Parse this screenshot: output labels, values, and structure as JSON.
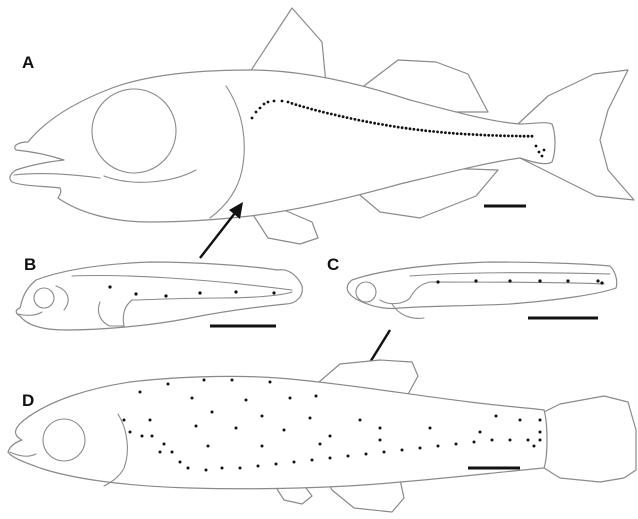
{
  "panels": [
    {
      "id": "A",
      "label": "A"
    },
    {
      "id": "B",
      "label": "B"
    },
    {
      "id": "C",
      "label": "C"
    },
    {
      "id": "D",
      "label": "D"
    }
  ],
  "colors": {
    "outline": "#8a8a8a",
    "neuromast": "#111111",
    "scale_bar": "#111111",
    "background": "#ffffff"
  }
}
